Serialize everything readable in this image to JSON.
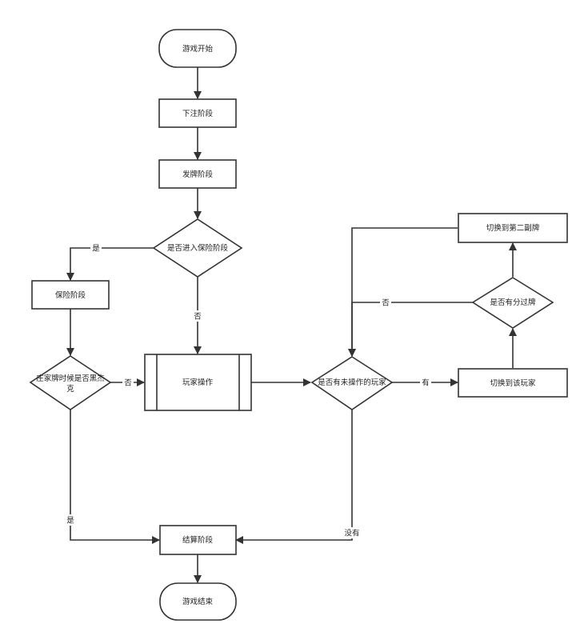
{
  "nodes": {
    "start": "游戏开始",
    "bet": "下注阶段",
    "deal": "发牌阶段",
    "enter_insurance": "是否进入保险阶段",
    "insurance": "保险阶段",
    "blackjack_line1": "庄家牌时候是否黑杰",
    "blackjack_line2": "克",
    "player_ops": "玩家操作",
    "unoperated": "是否有未操作的玩家",
    "switch_second": "切换到第二副牌",
    "has_split": "是否有分过牌",
    "switch_player": "切换到该玩家",
    "settle": "结算阶段",
    "end": "游戏结束"
  },
  "edge_labels": {
    "enter_yes": "是",
    "enter_no": "否",
    "bj_no": "否",
    "bj_yes": "是",
    "has_player": "有",
    "no_player": "没有",
    "split_no": "否"
  }
}
